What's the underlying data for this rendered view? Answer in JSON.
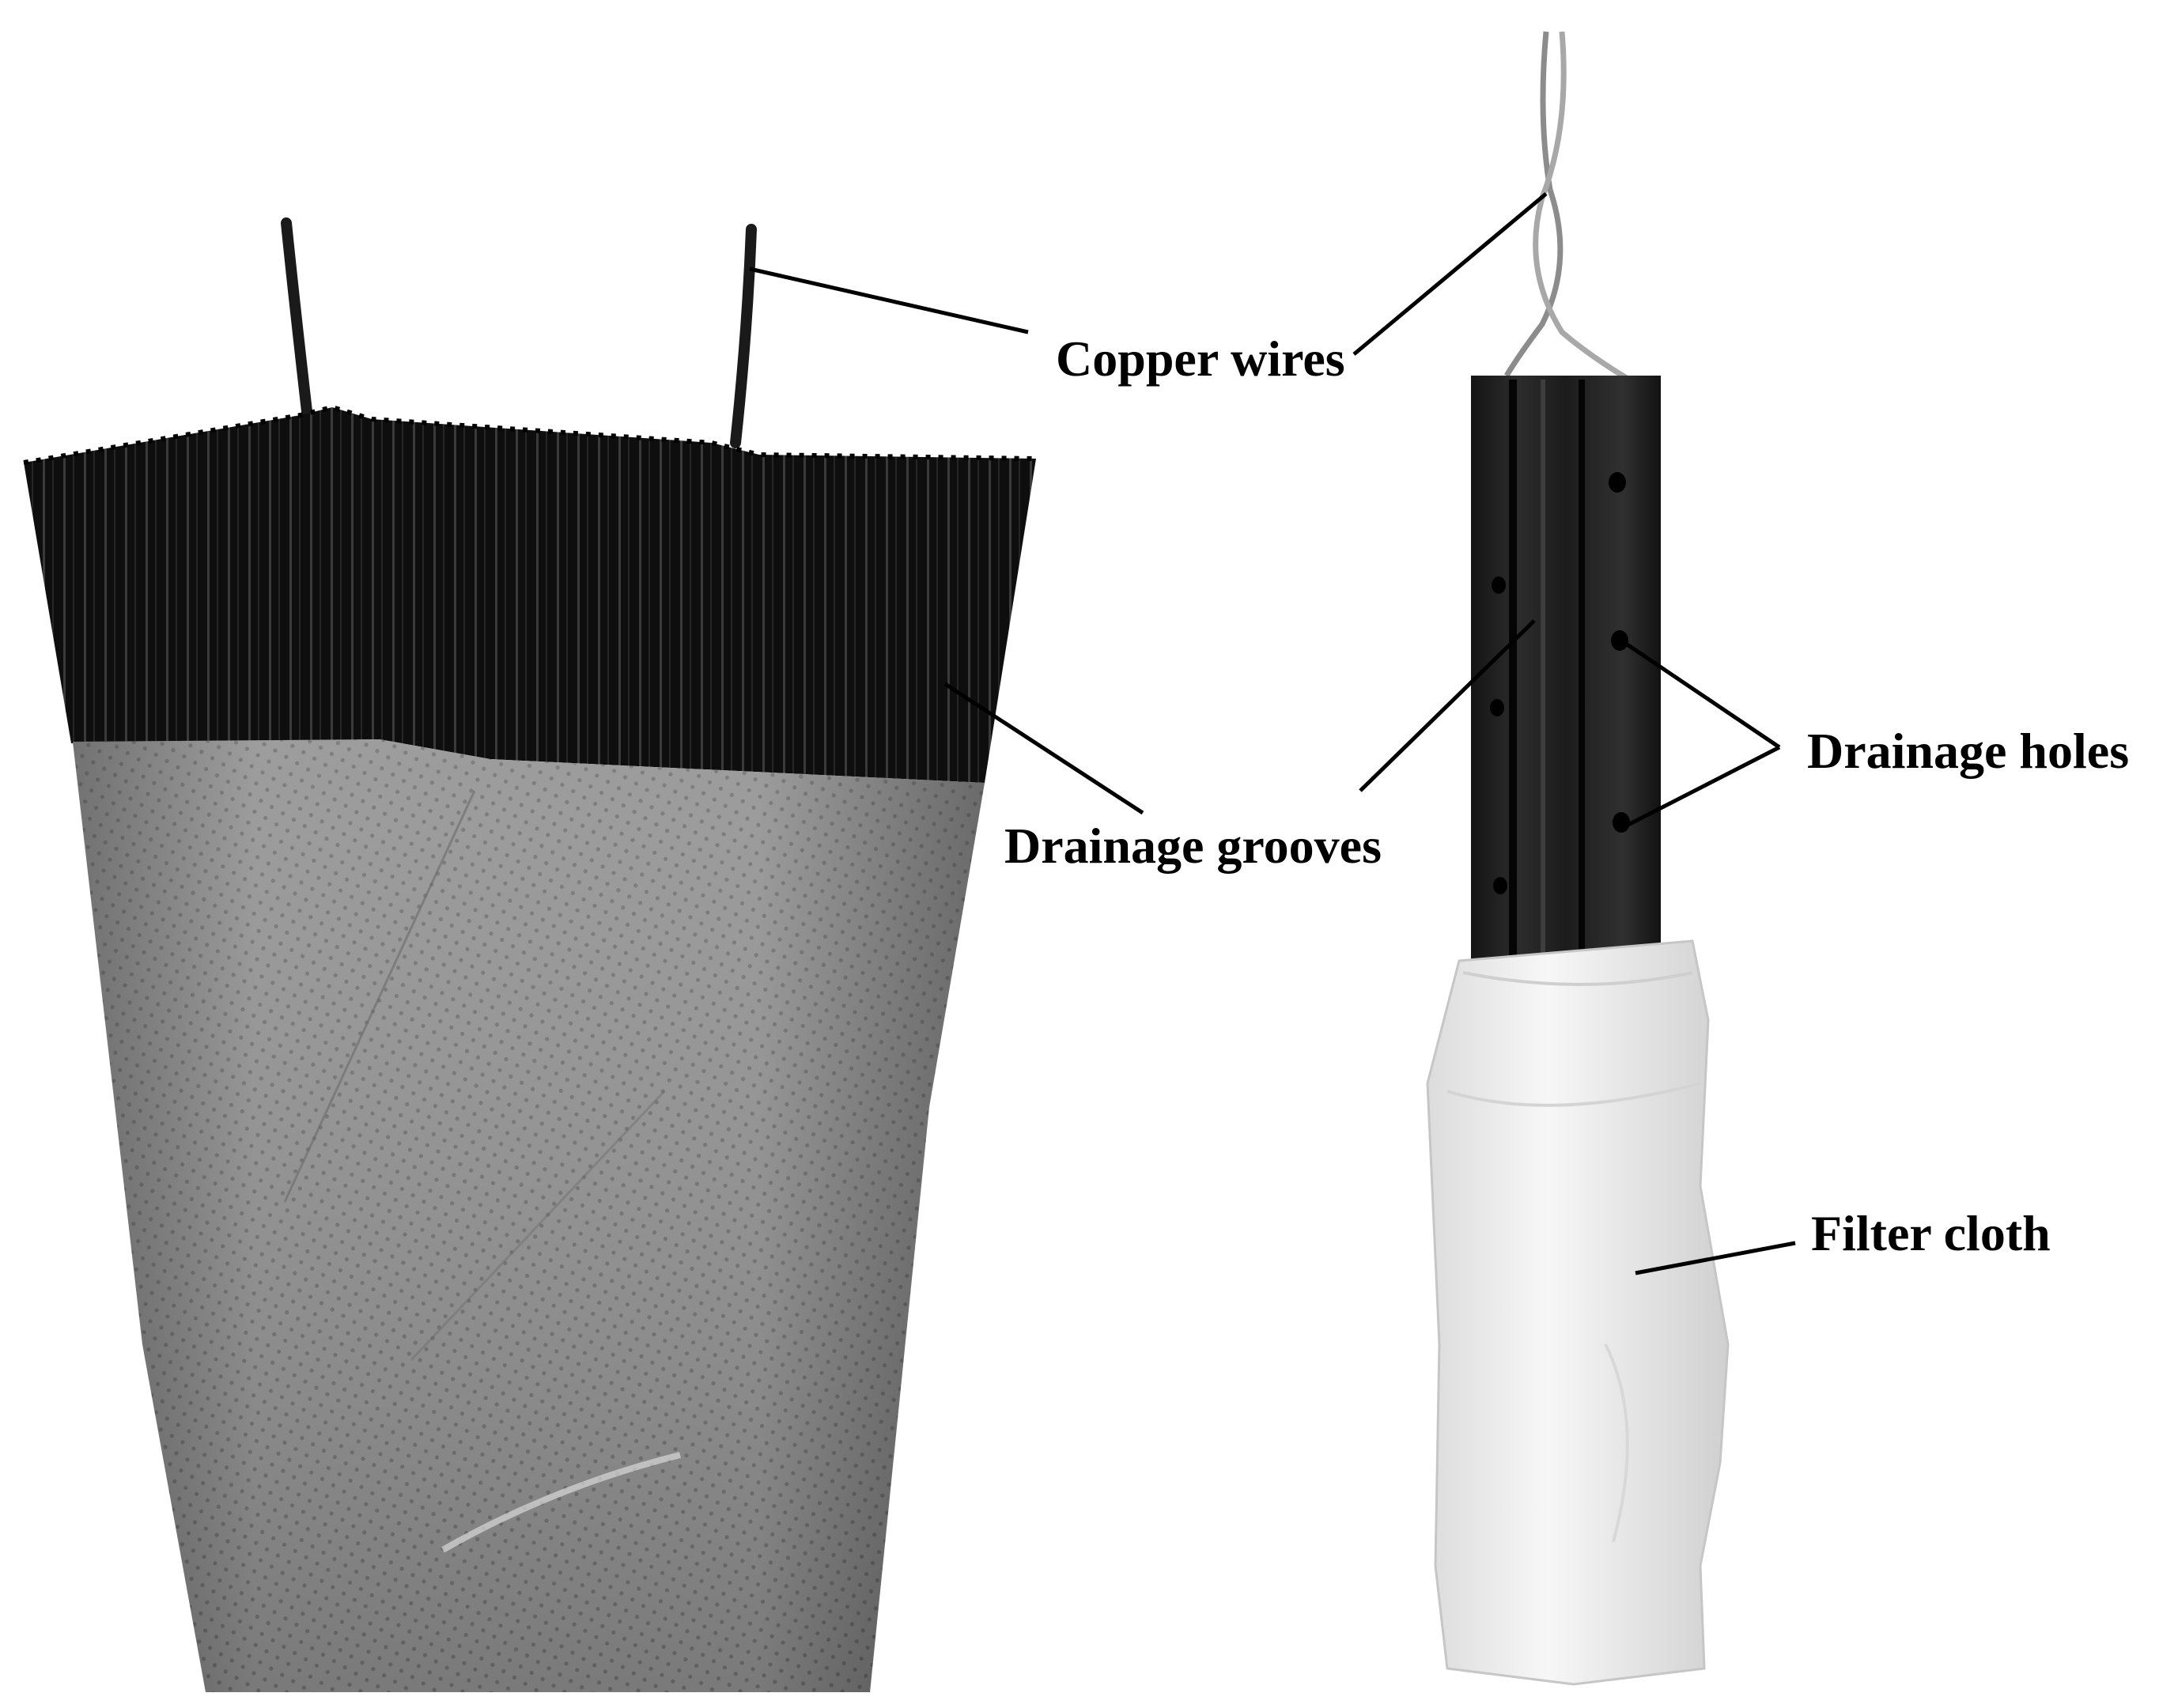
{
  "labels": {
    "copper_wires": "Copper wires",
    "drainage_grooves": "Drainage grooves",
    "drainage_holes": "Drainage holes",
    "filter_cloth": "Filter cloth"
  },
  "colors": {
    "background": "#ffffff",
    "board_black": "#0e0e0e",
    "fabric_gray": "#9a9a9a",
    "filter_white": "#f2f2f2",
    "leader_line": "#000000"
  }
}
